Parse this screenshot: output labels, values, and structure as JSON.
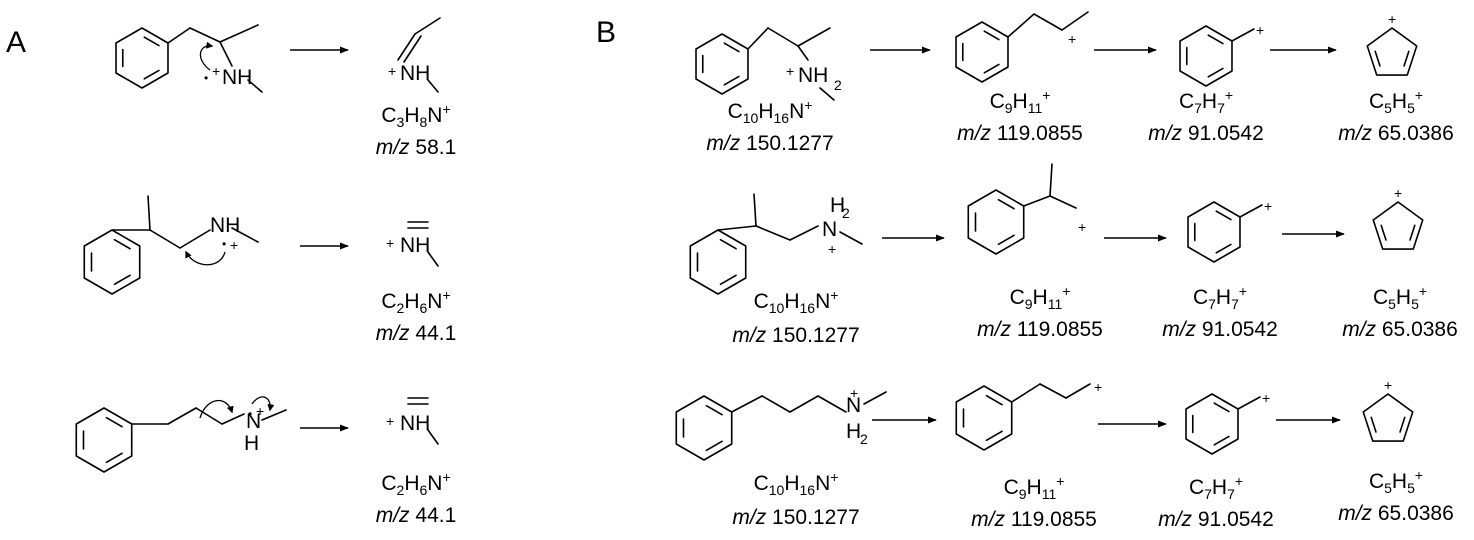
{
  "panels": {
    "a": "A",
    "b": "B"
  },
  "mz_prefix": "m/z",
  "atoms": {
    "nh": "NH",
    "n": "N",
    "h": "H",
    "h2": "H",
    "two": "2",
    "plus": "+",
    "dot": "•"
  },
  "panel_a": {
    "rows": [
      {
        "formula": [
          [
            "C",
            ""
          ],
          [
            "3",
            "sub"
          ],
          [
            "H",
            ""
          ],
          [
            "8",
            "sub"
          ],
          [
            "N",
            ""
          ],
          [
            "+",
            "sup"
          ]
        ],
        "mz": "58.1"
      },
      {
        "formula": [
          [
            "C",
            ""
          ],
          [
            "2",
            "sub"
          ],
          [
            "H",
            ""
          ],
          [
            "6",
            "sub"
          ],
          [
            "N",
            ""
          ],
          [
            "+",
            "sup"
          ]
        ],
        "mz": "44.1"
      },
      {
        "formula": [
          [
            "C",
            ""
          ],
          [
            "2",
            "sub"
          ],
          [
            "H",
            ""
          ],
          [
            "6",
            "sub"
          ],
          [
            "N",
            ""
          ],
          [
            "+",
            "sup"
          ]
        ],
        "mz": "44.1"
      }
    ]
  },
  "panel_b": {
    "rows": [
      {
        "products": [
          {
            "formula": [
              [
                "C",
                ""
              ],
              [
                "10",
                "sub"
              ],
              [
                "H",
                ""
              ],
              [
                "16",
                "sub"
              ],
              [
                "N",
                ""
              ],
              [
                "+",
                "sup"
              ]
            ],
            "mz": "150.1277"
          },
          {
            "formula": [
              [
                "C",
                ""
              ],
              [
                "9",
                "sub"
              ],
              [
                "H",
                ""
              ],
              [
                "11",
                "sub"
              ],
              [
                "+",
                "sup"
              ]
            ],
            "mz": "119.0855"
          },
          {
            "formula": [
              [
                "C",
                ""
              ],
              [
                "7",
                "sub"
              ],
              [
                "H",
                ""
              ],
              [
                "7",
                "sub"
              ],
              [
                "+",
                "sup"
              ]
            ],
            "mz": "91.0542"
          },
          {
            "formula": [
              [
                "C",
                ""
              ],
              [
                "5",
                "sub"
              ],
              [
                "H",
                ""
              ],
              [
                "5",
                "sub"
              ],
              [
                "+",
                "sup"
              ]
            ],
            "mz": "65.0386"
          }
        ]
      },
      {
        "products": [
          {
            "formula": [
              [
                "C",
                ""
              ],
              [
                "10",
                "sub"
              ],
              [
                "H",
                ""
              ],
              [
                "16",
                "sub"
              ],
              [
                "N",
                ""
              ],
              [
                "+",
                "sup"
              ]
            ],
            "mz": "150.1277"
          },
          {
            "formula": [
              [
                "C",
                ""
              ],
              [
                "9",
                "sub"
              ],
              [
                "H",
                ""
              ],
              [
                "11",
                "sub"
              ],
              [
                "+",
                "sup"
              ]
            ],
            "mz": "119.0855"
          },
          {
            "formula": [
              [
                "C",
                ""
              ],
              [
                "7",
                "sub"
              ],
              [
                "H",
                ""
              ],
              [
                "7",
                "sub"
              ],
              [
                "+",
                "sup"
              ]
            ],
            "mz": "91.0542"
          },
          {
            "formula": [
              [
                "C",
                ""
              ],
              [
                "5",
                "sub"
              ],
              [
                "H",
                ""
              ],
              [
                "5",
                "sub"
              ],
              [
                "+",
                "sup"
              ]
            ],
            "mz": "65.0386"
          }
        ]
      },
      {
        "products": [
          {
            "formula": [
              [
                "C",
                ""
              ],
              [
                "10",
                "sub"
              ],
              [
                "H",
                ""
              ],
              [
                "16",
                "sub"
              ],
              [
                "N",
                ""
              ],
              [
                "+",
                "sup"
              ]
            ],
            "mz": "150.1277"
          },
          {
            "formula": [
              [
                "C",
                ""
              ],
              [
                "9",
                "sub"
              ],
              [
                "H",
                ""
              ],
              [
                "11",
                "sub"
              ],
              [
                "+",
                "sup"
              ]
            ],
            "mz": "119.0855"
          },
          {
            "formula": [
              [
                "C",
                ""
              ],
              [
                "7",
                "sub"
              ],
              [
                "H",
                ""
              ],
              [
                "7",
                "sub"
              ],
              [
                "+",
                "sup"
              ]
            ],
            "mz": "91.0542"
          },
          {
            "formula": [
              [
                "C",
                ""
              ],
              [
                "5",
                "sub"
              ],
              [
                "H",
                ""
              ],
              [
                "5",
                "sub"
              ],
              [
                "+",
                "sup"
              ]
            ],
            "mz": "65.0386"
          }
        ]
      }
    ]
  }
}
